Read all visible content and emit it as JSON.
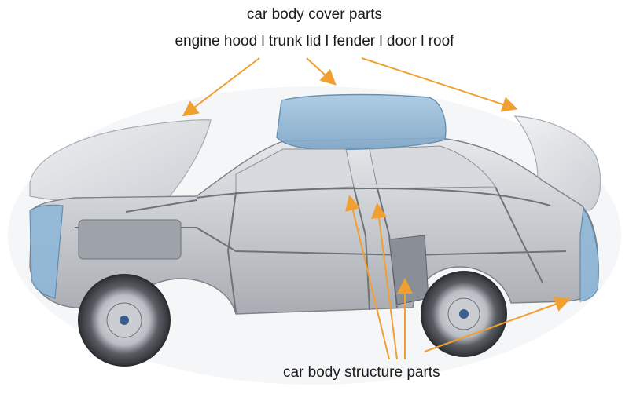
{
  "diagram": {
    "title": "car body cover parts",
    "cover_parts_line": "engine hood l trunk lid l fender l door l roof",
    "structure_label": "car body structure parts",
    "colors": {
      "arrow": "#f0a030",
      "panel_blue": "#8fb8d8",
      "body_gray": "#b8bcc2",
      "frame_dark": "#6e737a"
    }
  }
}
